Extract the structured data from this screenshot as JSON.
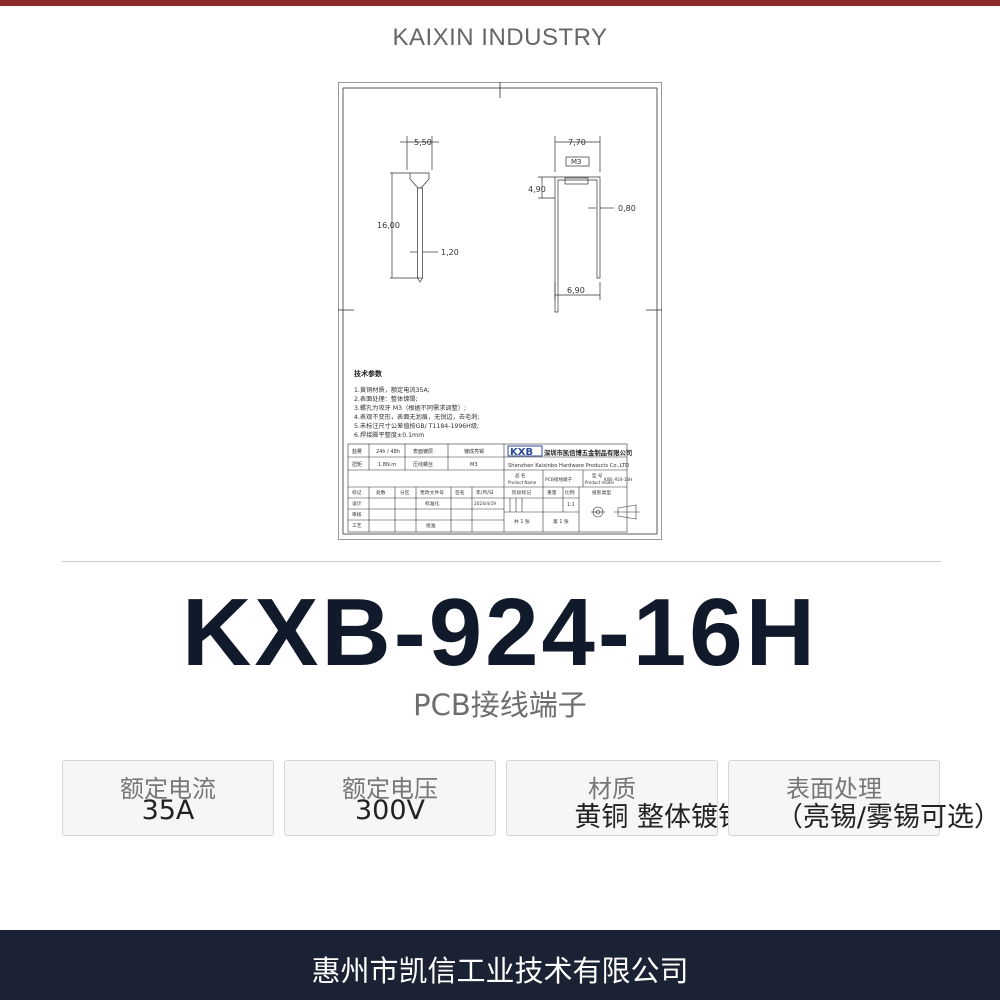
{
  "header": {
    "brand": "KAIXIN INDUSTRY"
  },
  "drawing": {
    "dim_head_width": "5,50",
    "dim_length": "16,00",
    "dim_pin": "1,20",
    "dim_width": "7,70",
    "thread": "M3",
    "dim_height": "4,90",
    "dim_thickness": "0,80",
    "dim_base": "6,90",
    "tech_title": "技术参数",
    "tech_notes": [
      "1.黄铜材质，额定电流35A;",
      "2.表面处理：整体镀锡;",
      "3.螺孔为攻牙 M3（根据不同需求调整）;",
      "4.表观不变形，表面无划痕，无锐边，去毛刺;",
      "5.未标注尺寸公差值按GB/ T1184-1996H级;",
      "6.焊接脚平整度±0.1mm"
    ],
    "logo": "KXB",
    "company_cn": "深圳市凯信博五金制品有限公司",
    "company_en": "Shenzhen Kaixinbo Hardware Products Co.,LTD",
    "tb_plating": "盐雾",
    "tb_hours": "24h / 48h",
    "tb_surface": "表面镀层",
    "tb_surface_val": "镀成亮锡",
    "tb_torque": "扭矩",
    "tb_torque_val": "1.8N.m",
    "tb_screw": "压线螺丝",
    "tb_screw_val": "M3",
    "tb_product_name_label": "品 名",
    "tb_product_name_en": "Product Name",
    "tb_product_name": "PCB接线端子",
    "tb_model_label": "型 号",
    "tb_model_en": "Product model",
    "tb_model": "KXB -924-16H",
    "tb_cols": [
      "标记",
      "处数",
      "分区",
      "更改文件号",
      "签名",
      "年/月/日"
    ],
    "tb_stage": "阶段标记",
    "tb_weight": "重量",
    "tb_scale": "比例",
    "tb_scale_val": "1:1",
    "tb_projection": "投影类型",
    "tb_design": "设计",
    "tb_standard": "标准化",
    "tb_date": "2024/4/19",
    "tb_review": "审核",
    "tb_process": "工艺",
    "tb_approve": "批准",
    "tb_sheets": "共 1 张",
    "tb_sheet": "第 1 张"
  },
  "product": {
    "model": "KXB-924-16H",
    "subtitle": "PCB接线端子"
  },
  "specs": [
    {
      "label": "额定电流",
      "value": "35A"
    },
    {
      "label": "额定电压",
      "value": "300V"
    },
    {
      "label": "材质",
      "value": "黄铜 整体镀锡"
    },
    {
      "label": "表面处理",
      "value": "（亮锡/雾锡可选）"
    }
  ],
  "footer": {
    "company": "惠州市凯信工业技术有限公司"
  },
  "colors": {
    "topbar": "#8b2a2a",
    "footer": "#1b2233",
    "model_text": "#111a2a",
    "logo_blue": "#2a4a9a"
  }
}
